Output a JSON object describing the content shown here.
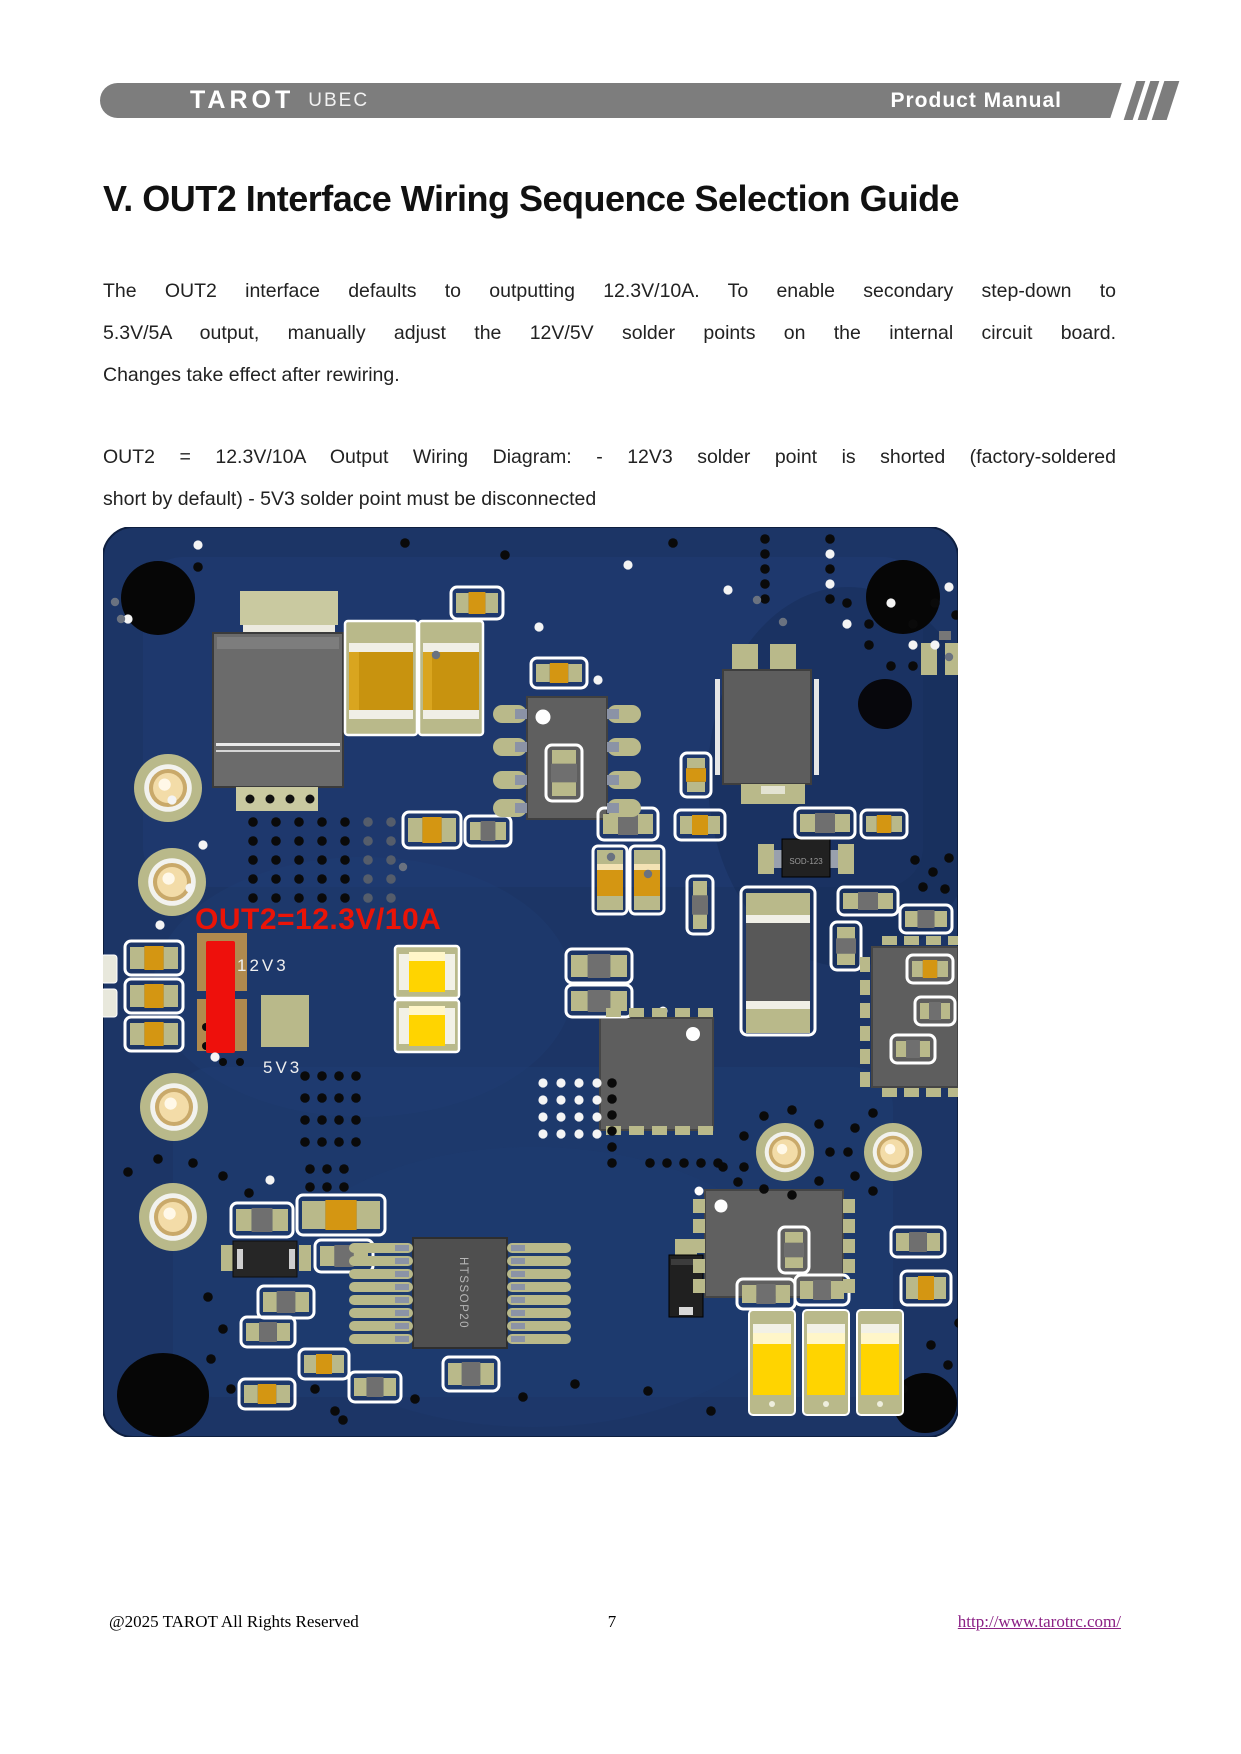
{
  "header": {
    "brand": "TAROT",
    "brand_sub": "UBEC",
    "right_label": "Product Manual"
  },
  "title": "V. OUT2 Interface Wiring Sequence Selection Guide",
  "para1": {
    "line1": "The OUT2 interface defaults to outputting 12.3V/10A. To enable secondary step-down to",
    "line2": "5.3V/5A output, manually adjust the 12V/5V solder points on the internal circuit board.",
    "line3": "Changes take effect after rewiring."
  },
  "para2": {
    "line1": "OUT2 = 12.3V/10A Output Wiring Diagram: - 12V3 solder point is shorted (factory-soldered",
    "line2": "short by default) - 5V3 solder point must be disconnected"
  },
  "pcb": {
    "annotation": "OUT2=12.3V/10A",
    "label_12v3": "12V3",
    "label_5v3": "5V3",
    "chip_label_htssop": "HTSSOP20",
    "chip_label_sod": "SOD-123",
    "colors": {
      "board_navy": "#1c3566",
      "pad_khaki": "#b9b98a",
      "component_gold": "#d49612",
      "bright_yellow": "#ffd400",
      "highlight_red": "#ee100c",
      "annotation_red": "#ea1407"
    }
  },
  "footer": {
    "copyright": "@2025 TAROT All Rights Reserved",
    "page_number": "7",
    "link": "http://www.tarotrc.com/"
  }
}
